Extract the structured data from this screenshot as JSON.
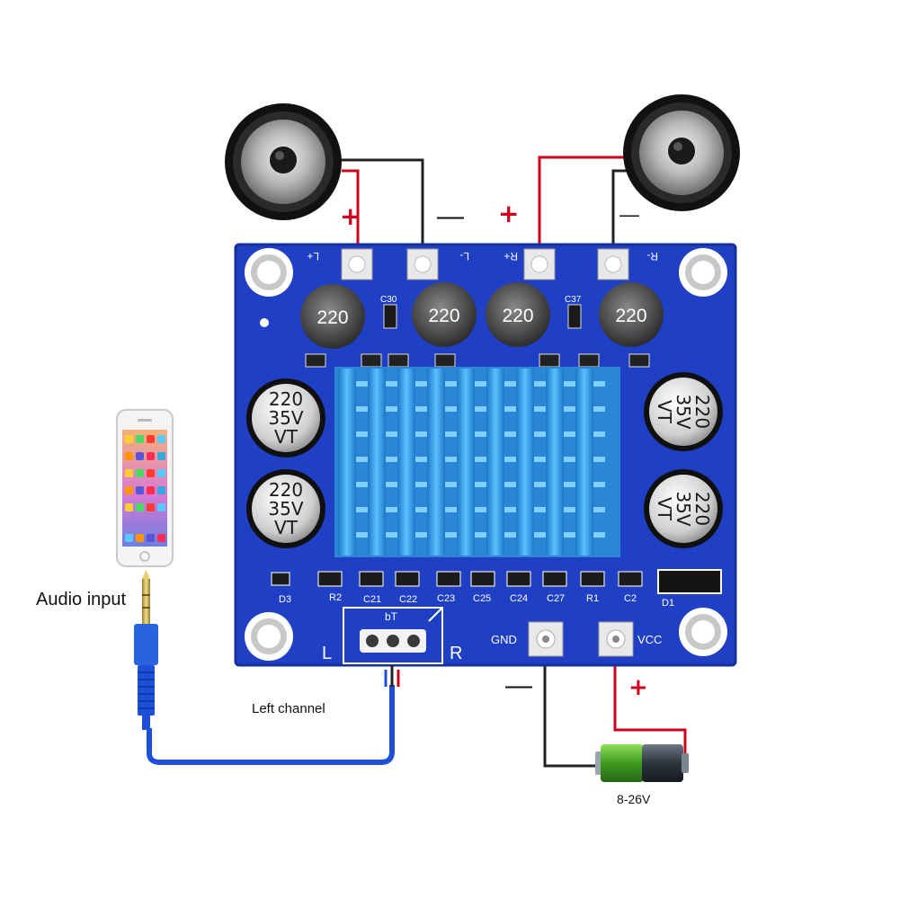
{
  "board": {
    "terminals": {
      "l_plus": "L+",
      "l_minus": "L-",
      "r_plus": "R+",
      "r_minus": "R-"
    },
    "inductor_marking": "220",
    "small_caps": [
      "C30",
      "C37"
    ],
    "big_cap_lines": [
      "220",
      "35V",
      "VT"
    ],
    "components_row": [
      "D3",
      "R2",
      "C21",
      "C22",
      "C23",
      "C25",
      "C24",
      "C27",
      "R1",
      "C2",
      "D1"
    ],
    "input_connector_marking": "bT",
    "channel_left": "L",
    "channel_right": "R",
    "gnd": "GND",
    "vcc": "VCC"
  },
  "annotations": {
    "audio_input": "Audio input",
    "left_channel": "Left channel",
    "voltage": "8-26V",
    "plus": "+",
    "minus": "—"
  },
  "colors": {
    "pcb": "#1f3fc4",
    "heatsink": "#38a7ee",
    "positive_wire": "#d0021b",
    "negative_wire": "#222222",
    "cable": "#1d4fd8",
    "battery": "#4caf2a"
  },
  "icons": [
    "speaker-icon",
    "phone-icon",
    "audio-jack-icon",
    "battery-icon",
    "heatsink-icon"
  ]
}
